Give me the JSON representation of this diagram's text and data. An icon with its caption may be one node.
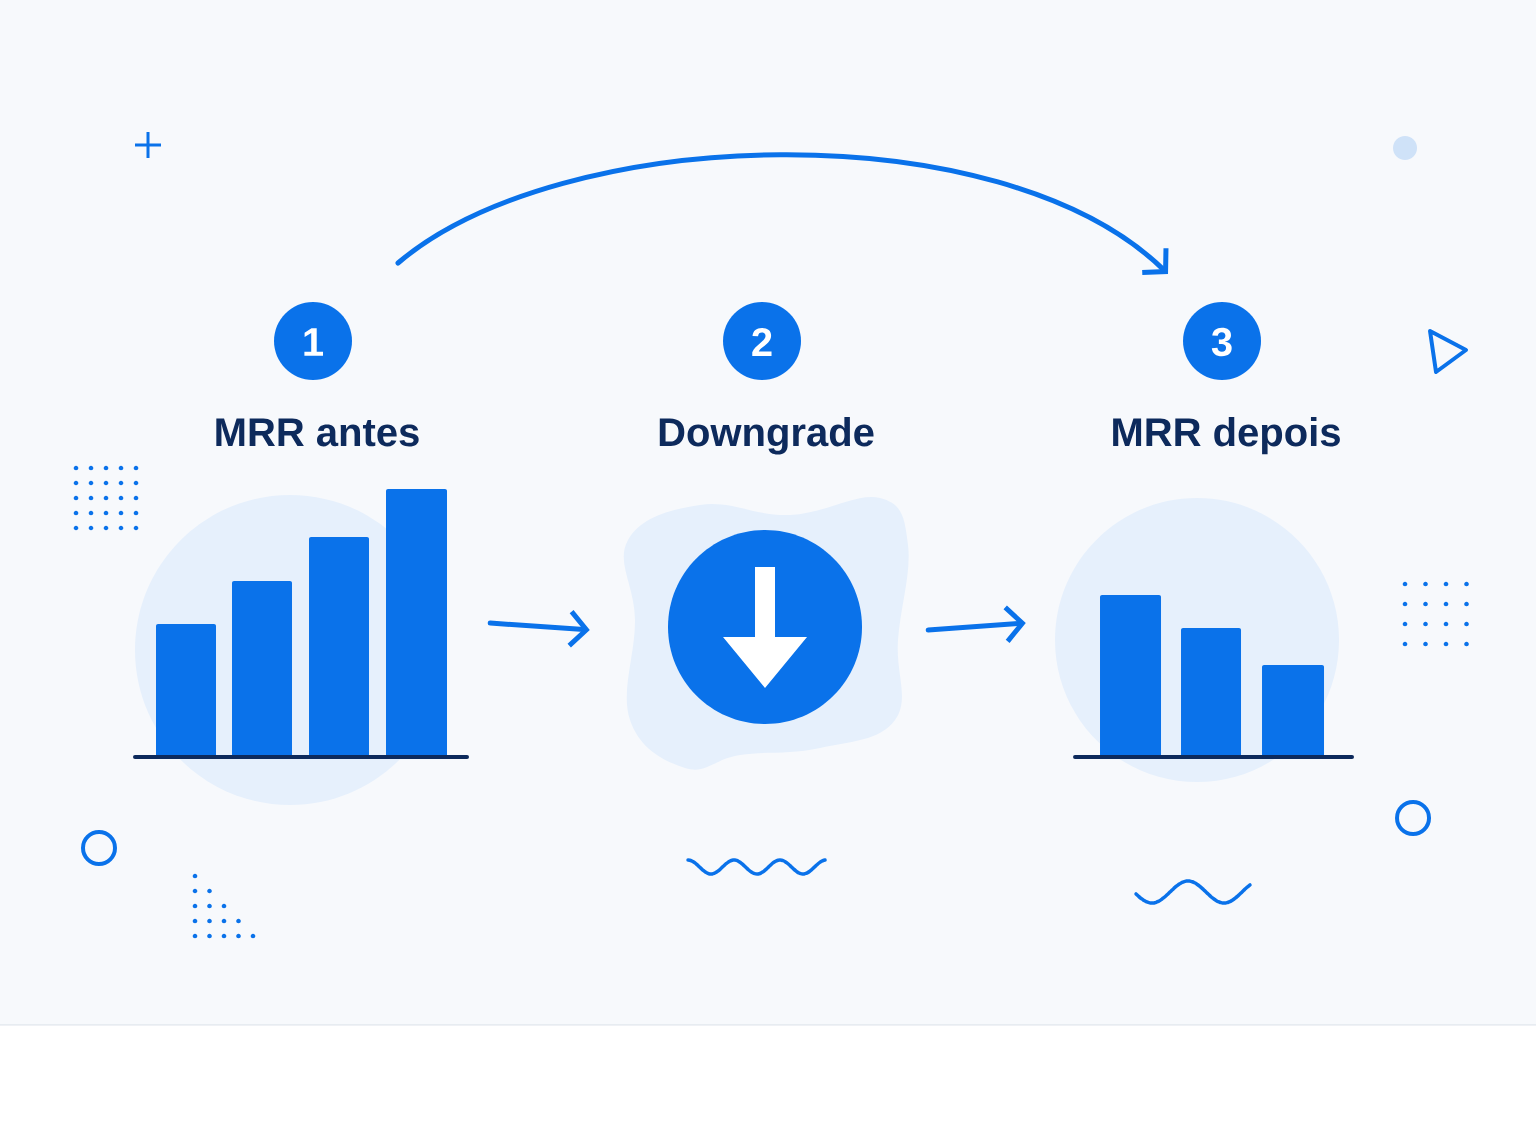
{
  "diagram": {
    "nodes": [
      {
        "text": [
          "1"
        ],
        "beside": [
          "MRR antes"
        ]
      },
      {
        "text": [
          "2"
        ],
        "beside": [
          "Downgrade"
        ]
      },
      {
        "text": [
          "3"
        ],
        "beside": [
          "MRR depois"
        ]
      },
      {
        "text": [],
        "shape": "picture"
      },
      {
        "text": [],
        "shape": "picture"
      },
      {
        "text": [],
        "shape": "picture"
      }
    ],
    "edges": [
      {
        "from": 3,
        "to": 4,
        "arrow": "to"
      },
      {
        "from": 4,
        "to": 5,
        "arrow": "to"
      },
      {
        "from": 0,
        "to": 2,
        "arrow": "to"
      }
    ]
  }
}
